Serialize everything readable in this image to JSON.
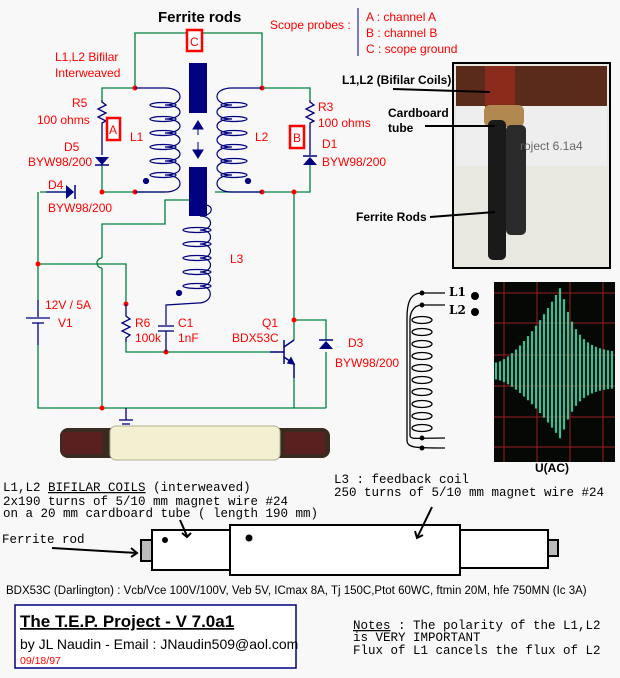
{
  "title": "Ferrite rods",
  "scope": {
    "label": "Scope probes :",
    "a": "A : channel A",
    "b": "B : channel B",
    "c": "C : scope ground",
    "box_a": "A",
    "box_b": "B",
    "box_c": "C"
  },
  "schematic": {
    "bifilar_1": "L1,L2 Bifilar",
    "bifilar_2": "Interweaved",
    "r5": "R5",
    "r5_val": "100 ohms",
    "r3": "R3",
    "r3_val": "100 ohms",
    "d5": "D5",
    "d5_val": "BYW98/200",
    "d1": "D1",
    "d1_val": "BYW98/200",
    "d4": "D4",
    "d4_val": "BYW98/200",
    "l1": "L1",
    "l2": "L2",
    "l3": "L3",
    "v1_val": "12V / 5A",
    "v1": "V1",
    "r6": "R6",
    "r6_val": "100k",
    "c1": "C1",
    "c1_val": "1nF",
    "q1": "Q1",
    "q1_val": "BDX53C",
    "d3": "D3",
    "d3_val": "BYW98/200"
  },
  "photo": {
    "coils": "L1,L2 (Bifilar Coils)",
    "tube_1": "Cardboard",
    "tube_2": "tube",
    "rods": "Ferrite Rods"
  },
  "coil_diagram": {
    "l1": "L1",
    "l2": "L2"
  },
  "scope_view": {
    "label": "U(AC)"
  },
  "description": {
    "l1l2_prefix": "L1,L2",
    "l1l2_heading": "BIFILAR COILS",
    "l1l2_suffix": "(interweaved)",
    "l1l2_line2": "2x190 turns of 5/10 mm magnet wire #24",
    "l1l2_line3": "on a 20 mm cardboard tube ( length 190 mm)",
    "l3_line1": "L3 : feedback coil",
    "l3_line2": "250 turns of 5/10 mm magnet wire #24",
    "ferrite": "Ferrite rod"
  },
  "specs": "BDX53C (Darlington) : Vcb/Vce 100V/100V, Veb 5V, ICmax 8A, Tj 150C,Ptot 60WC, ftmin 20M, hfe 750MN (Ic 3A)",
  "titlebox": {
    "title": "The T.E.P. Project - V 7.0a1",
    "author": "by JL Naudin - Email :  JNaudin509@aol.com",
    "date": "09/18/97"
  },
  "notes": {
    "label": "Notes",
    "line1": " : The polarity of the L1,L2",
    "line2": "is VERY IMPORTANT",
    "line3": "Flux of L1 cancels the flux of L2"
  },
  "colors": {
    "wire": "#008040",
    "component": "#000080",
    "label": "#ff0000"
  }
}
